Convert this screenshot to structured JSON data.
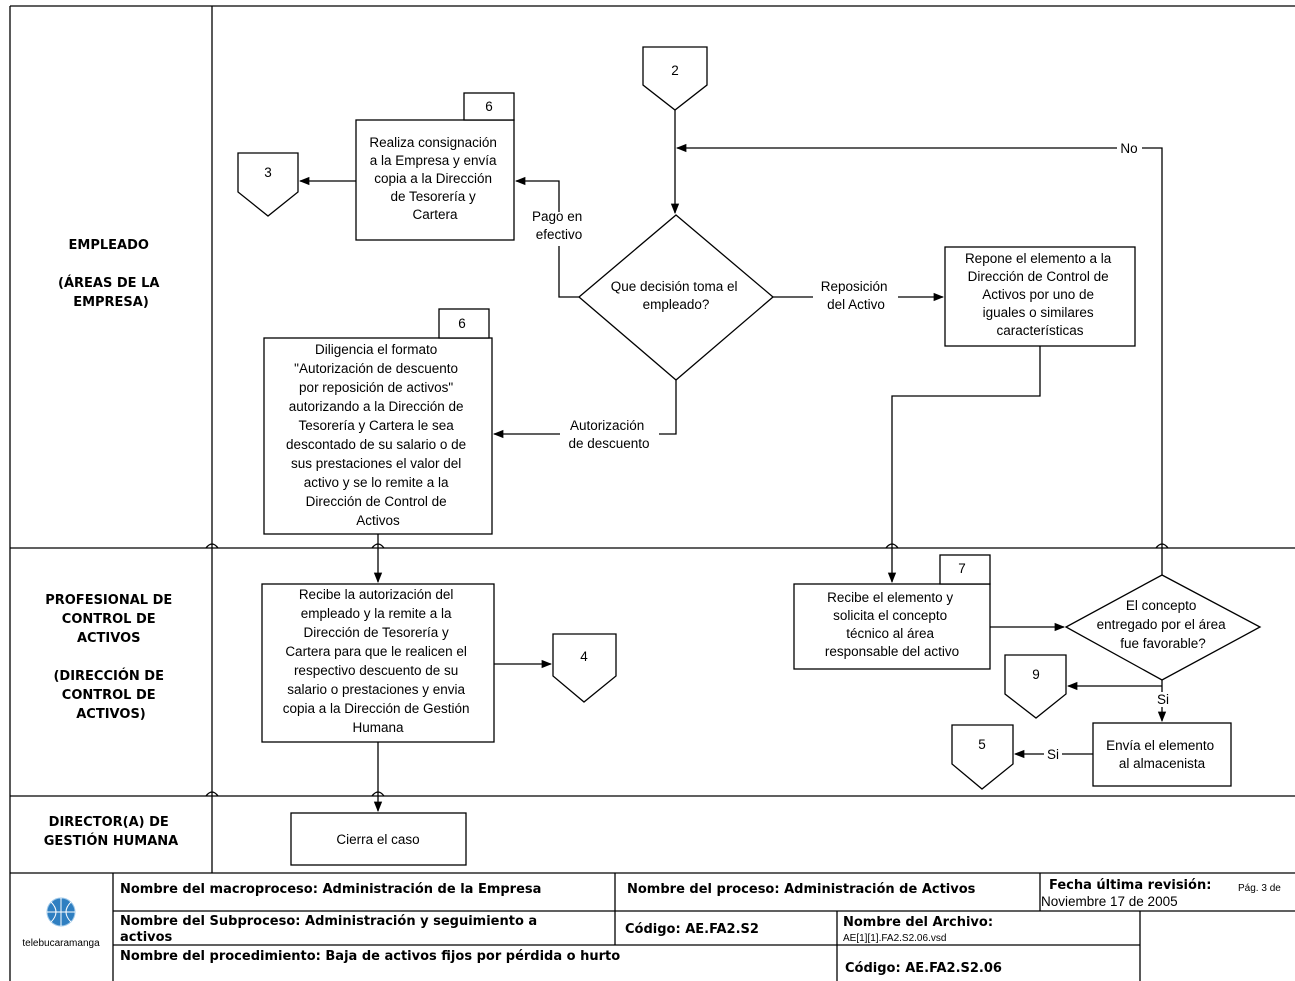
{
  "lanes": {
    "empleado": [
      "EMPLEADO",
      "",
      "(ÁREAS DE LA",
      "EMPRESA)"
    ],
    "profesional": [
      "PROFESIONAL DE",
      "CONTROL DE",
      "ACTIVOS",
      "",
      "(DIRECCIÓN DE",
      "CONTROL DE",
      "ACTIVOS)"
    ],
    "director": [
      "DIRECTOR(A) DE",
      "GESTIÓN HUMANA"
    ]
  },
  "connectors": {
    "c2": "2",
    "c3": "3",
    "c4": "4",
    "c5": "5",
    "c9": "9"
  },
  "step_tags": {
    "consignacion": "6",
    "diligencia": "6",
    "recibe_elemento": "7"
  },
  "boxes": {
    "consignacion": [
      "Realiza consignación",
      "a la Empresa y envía",
      "copia a la Dirección",
      "de Tesorería y",
      "Cartera"
    ],
    "repone": [
      "Repone el elemento a la",
      "Dirección de Control de",
      "Activos por uno de",
      "iguales o similares",
      "características"
    ],
    "diligencia": [
      "Diligencia el formato",
      "\"Autorización de descuento",
      "por reposición de activos\"",
      "autorizando a la Dirección de",
      "Tesorería y Cartera le sea",
      "descontado de su salario o de",
      "sus prestaciones el valor del",
      "activo y se lo remite a la",
      "Dirección de Control de",
      "Activos"
    ],
    "recibe_autorizacion": [
      "Recibe la autorización del",
      "empleado y la remite a la",
      "Dirección de Tesorería y",
      "Cartera para que le realicen el",
      "respectivo descuento de su",
      "salario o prestaciones y envia",
      "copia a la Dirección de Gestión",
      "Humana"
    ],
    "recibe_elemento": [
      "Recibe el elemento y",
      "solicita el concepto",
      "técnico al área",
      "responsable del activo"
    ],
    "envia": [
      "Envía el elemento",
      "al almacenista"
    ],
    "cierra": [
      "Cierra el caso"
    ]
  },
  "decisions": {
    "empleado": [
      "Que decisión toma el",
      "empleado?"
    ],
    "concepto": [
      "El concepto",
      "entregado por el área",
      "fue favorable?"
    ]
  },
  "edge_labels": {
    "pago": [
      "Pago en",
      "efectivo"
    ],
    "reposicion": [
      "Reposición",
      "del Activo"
    ],
    "autorizacion": [
      "Autorización",
      "de descuento"
    ],
    "no": "No",
    "si1": "Si",
    "si2": "Si"
  },
  "footer": {
    "logo_text": "telebucaramanga",
    "macroproceso": "Nombre del macroproceso: Administración de la Empresa",
    "proceso": "Nombre del proceso: Administración de Activos",
    "fecha_label": "Fecha última revisión:",
    "fecha_value": "Noviembre 17 de 2005",
    "pagina": "Pág. 3 de",
    "subproceso": [
      "Nombre del Subproceso: Administración y seguimiento a",
      "activos"
    ],
    "codigo": "Código: AE.FA2.S2",
    "archivo_label": "Nombre del Archivo:",
    "archivo_value": "AE[1][1].FA2.S2.06.vsd",
    "procedimiento": "Nombre del procedimiento: Baja de activos fijos por pérdida o hurto",
    "codigo2": "Código: AE.FA2.S2.06"
  }
}
